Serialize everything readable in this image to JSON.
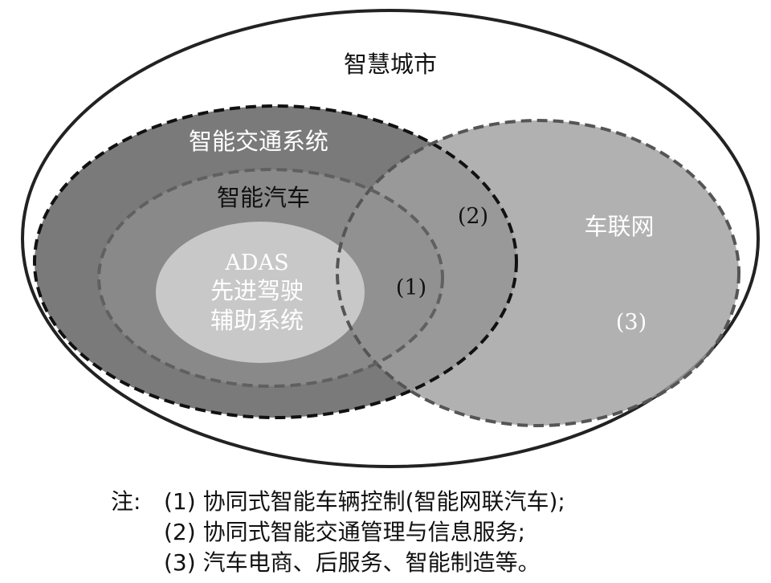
{
  "diagram": {
    "smart_city": "智慧城市",
    "its": "智能交通系统",
    "smart_car": "智能汽车",
    "adas_line1": "ADAS",
    "adas_line2": "先进驾驶",
    "adas_line3": "辅助系统",
    "iov": "车联网",
    "mark1": "(1)",
    "mark2": "(2)",
    "mark3": "(3)"
  },
  "notes": {
    "prefix": "注:",
    "line1": "(1) 协同式智能车辆控制(智能网联汽车);",
    "line2": "(2) 协同式智能交通管理与信息服务;",
    "line3": "(3) 汽车电商、后服务、智能制造等。"
  },
  "colors": {
    "background": "#ffffff",
    "its_fill": "#7a7a7a",
    "smart_car_fill": "#909090",
    "adas_fill": "#c4c4c4",
    "iov_fill": "#9a9a9a",
    "outline": "#000000"
  }
}
